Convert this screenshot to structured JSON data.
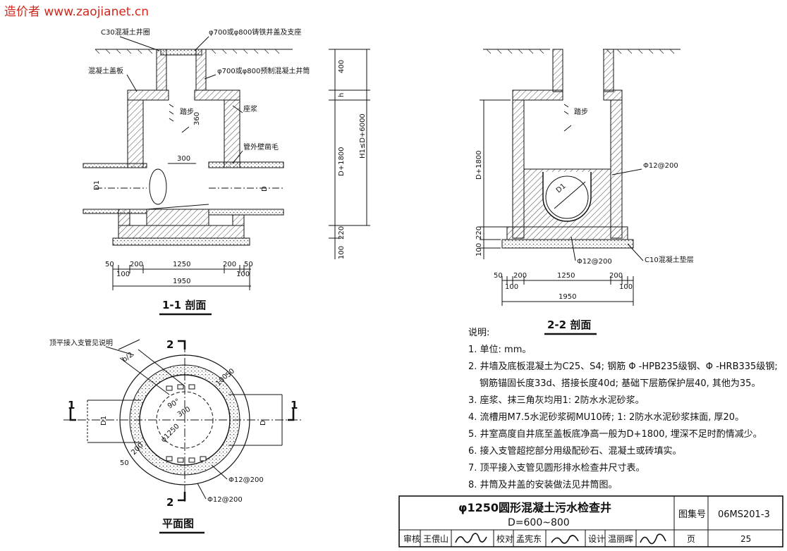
{
  "watermark": "造价者 www.zaojianet.cn",
  "view_1_1": {
    "title": "1-1 剖面",
    "labels": {
      "c30_ring": "C30混凝土井圈",
      "cover": "φ700或φ800铸铁井盖及支座",
      "slab": "混凝土盖板",
      "shaft": "φ700或φ800预制混凝土井筒",
      "step": "踏步",
      "mortar": "座浆",
      "chisel": "管外壁凿毛",
      "d1": "D1",
      "d": "D"
    },
    "dims": {
      "h400": "400",
      "h": "h",
      "h360": "360",
      "h300": "300",
      "h1": "H1≤D+6000",
      "d1800": "D+1800",
      "h220": "220",
      "h100": "100",
      "b50a": "50",
      "b200a": "200",
      "b1250": "1250",
      "b200b": "200",
      "b50b": "50",
      "b100a": "100",
      "b100b": "100",
      "b1950": "1950"
    }
  },
  "view_2_2": {
    "title": "2-2 剖面",
    "labels": {
      "step": "踏步",
      "rebar1": "Φ12@200",
      "d1": "D1",
      "rebar2": "Φ12@200",
      "cushion": "C10混凝土垫层"
    },
    "dims": {
      "d1800": "D+1800",
      "h220": "220",
      "h100": "100",
      "b50": "50",
      "b200a": "200",
      "b1250": "1250",
      "b200b": "200",
      "b100a": "100",
      "b100b": "100",
      "b1950": "1950"
    }
  },
  "plan": {
    "title": "平面图",
    "labels": {
      "branch_note": "顶平接入支管见说明",
      "sec2_top": "2",
      "sec2_bottom": "2",
      "sec1_left": "1",
      "sec1_right": "1",
      "d1": "D1",
      "d": "D",
      "bd2": "b/2",
      "phi1250": "φ1250",
      "rebar1": "Φ12@200",
      "rebar2": "Φ12@200",
      "d300": "300",
      "d200": "200",
      "d50a": "50",
      "d50b": "50",
      "d100": "100",
      "d90": "90°"
    }
  },
  "notes": {
    "title": "说明:",
    "items": [
      "1. 单位: mm。",
      "2. 井墙及底板混凝土为C25、S4; 钢筋 Φ -HPB235级钢、Φ -HRB335级钢;",
      "钢筋锚固长度33d、搭接长度40d; 基础下层筋保护层40, 其他为35。",
      "3. 座浆、抹三角灰均用1: 2防水水泥砂浆。",
      "4. 流槽用M7.5水泥砂浆砌MU10砖; 1: 2防水水泥砂浆抹面, 厚20。",
      "5. 井室高度自井底至盖板底净高一般为D+1800, 埋深不足时酌情减少。",
      "6. 接入支管超挖部分用级配砂石、混凝土或砖填实。",
      "7. 顶平接入支管见圆形排水检查井尺寸表。",
      "8. 井筒及井盖的安装做法见井筒图。"
    ]
  },
  "title_block": {
    "title_line1": "φ1250圆形混凝土污水检查井",
    "title_line2": "D=600~800",
    "atlas_label": "图集号",
    "atlas_value": "06MS201-3",
    "page_label": "页",
    "page_value": "25",
    "review_label": "审核",
    "review_name": "王偎山",
    "check_label": "校对",
    "check_name": "孟宪东",
    "design_label": "设计",
    "design_name": "温丽晖"
  }
}
